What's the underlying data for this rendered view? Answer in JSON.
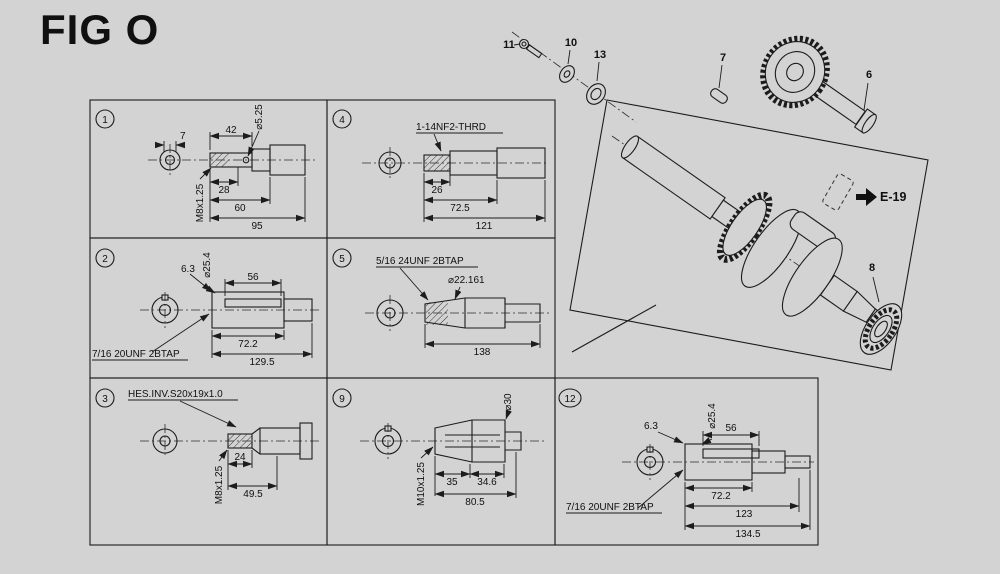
{
  "title": "FIG O",
  "reference": {
    "label": "E-19"
  },
  "colors": {
    "background": "#d3d3d3",
    "line": "#1c1c1c"
  },
  "panels": {
    "p1": {
      "num": "1",
      "dim_stub": "7",
      "dim_42": "42",
      "dia_hole": "⌀5.25",
      "dim_28": "28",
      "dim_60": "60",
      "dim_95": "95",
      "thread": "M8x1.25"
    },
    "p2": {
      "num": "2",
      "chamfer": "6.3",
      "dia": "⌀25.4",
      "key_len": "56",
      "dim_72_2": "72.2",
      "dim_129_5": "129.5",
      "tap": "7/16 20UNF 2BTAP"
    },
    "p3": {
      "num": "3",
      "label": "HES.INV.S20x19x1.0",
      "dim_24": "24",
      "dim_49_5": "49.5",
      "thread": "M8x1.25"
    },
    "p4": {
      "num": "4",
      "label": "1-14NF2-THRD",
      "dim_26": "26",
      "dim_72_5": "72.5",
      "dim_121": "121"
    },
    "p5": {
      "num": "5",
      "label": "5/16 24UNF 2BTAP",
      "dia": "⌀22.161",
      "dim_138": "138"
    },
    "p9": {
      "num": "9",
      "dia": "⌀30",
      "dim_35": "35",
      "dim_34_6": "34.6",
      "dim_80_5": "80.5",
      "thread": "M10x1.25"
    },
    "p12": {
      "num": "12",
      "chamfer": "6.3",
      "dia": "⌀25.4",
      "key_len": "56",
      "dim_72_2": "72.2",
      "dim_123": "123",
      "dim_134_5": "134.5",
      "tap": "7/16 20UNF 2BTAP"
    }
  },
  "callouts": {
    "c6": "6",
    "c7": "7",
    "c8": "8",
    "c10": "10",
    "c11": "11",
    "c13": "13"
  }
}
